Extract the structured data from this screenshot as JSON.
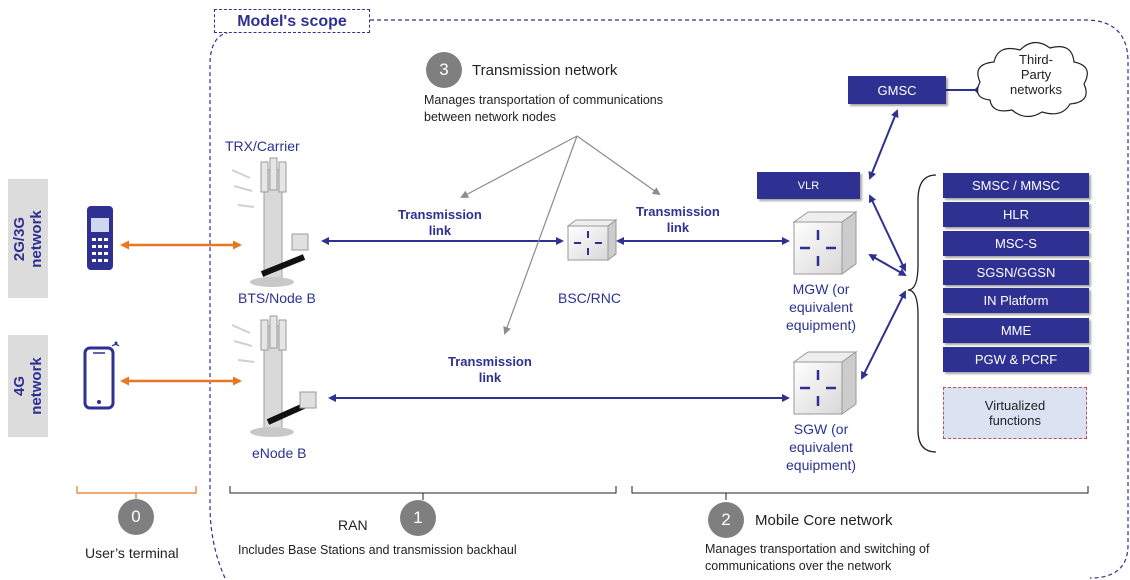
{
  "scope": {
    "label": "Model's scope"
  },
  "side_tabs": {
    "tab_2g3g": "2G/3G\nnetwork",
    "tab_4g": "4G\nnetwork"
  },
  "transmission_network": {
    "number": "3",
    "title": "Transmission network",
    "desc": "Manages transportation of communications\nbetween network nodes"
  },
  "ran": {
    "trx": "TRX/Carrier",
    "bts": "BTS/Node B",
    "enodeb": "eNode B",
    "bsc": "BSC/RNC"
  },
  "links": {
    "link1": "Transmission\nlink",
    "link2": "Transmission\nlink",
    "link3": "Transmission\nlink"
  },
  "core": {
    "gmsc": "GMSC",
    "vlr": "VLR",
    "third_party": "Third-\nParty\nnetworks",
    "mgw": "MGW (or\nequivalent\nequipment)",
    "sgw": "SGW (or\nequivalent\nequipment)",
    "functions": [
      "SMSC / MMSC",
      "HLR",
      "MSC-S",
      "SGSN/GGSN",
      "IN Platform",
      "MME",
      "PGW & PCRF"
    ],
    "virtualized": "Virtualized\nfunctions"
  },
  "bottom": {
    "n0": "0",
    "users_terminal": "User’s terminal",
    "ran_label": "RAN",
    "n1": "1",
    "ran_desc": "Includes Base Stations and transmission backhaul",
    "n2": "2",
    "core_title": "Mobile Core network",
    "core_desc": "Manages transportation and switching of\ncommunications over the network"
  },
  "colors": {
    "navy": "#2e3192",
    "orange": "#e87722",
    "gray": "#7f7f7f",
    "tab_bg": "#dcdcdc"
  }
}
